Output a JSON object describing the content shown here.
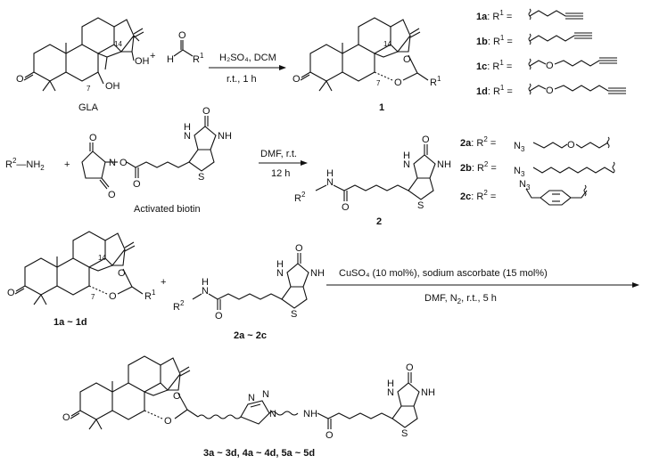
{
  "reaction1": {
    "start_label": "GLA",
    "atom_14": "14",
    "atom_7": "7",
    "oh_top": "OH",
    "oh_bottom": "OH",
    "plus": "+",
    "aldehyde_o": "O",
    "aldehyde_h": "H",
    "aldehyde_r1": "R",
    "sup1": "1",
    "cond_top": "H₂SO₄, DCM",
    "cond_bottom": "r.t., 1 h",
    "product_label": "1",
    "prod_o1": "O",
    "prod_o2": "O",
    "prod_r1": "R",
    "prod_sup1": "1",
    "prod_14": "14",
    "prod_7": "7",
    "ketone_o": "O"
  },
  "r1_list": [
    {
      "id": "1a",
      "text": ": R",
      "sup": "1",
      "eq": " ="
    },
    {
      "id": "1b",
      "text": ": R",
      "sup": "1",
      "eq": " ="
    },
    {
      "id": "1c",
      "text": ": R",
      "sup": "1",
      "eq": " ="
    },
    {
      "id": "1d",
      "text": ": R",
      "sup": "1",
      "eq": " ="
    }
  ],
  "r1_atoms": {
    "o": "O"
  },
  "reaction2": {
    "amine_r2": "R",
    "amine_sup": "2",
    "amine_nh2": "—NH",
    "amine_sub": "2",
    "plus": "+",
    "nhs_o1": "O",
    "nhs_n": "N",
    "nhs_o2": "O",
    "nhs_o3": "O",
    "nhs_o4": "O",
    "biotin_o": "O",
    "biotin_nh1": "H",
    "biotin_n1": "N",
    "biotin_nh2": "NH",
    "biotin_s": "S",
    "activated_label": "Activated biotin",
    "cond_top": "DMF, r.t.",
    "cond_bottom": "12 h",
    "product_label": "2",
    "prod_r2": "R",
    "prod_sup": "2",
    "prod_n": "N",
    "prod_h": "H",
    "prod_o": "O",
    "prod_biotin_o": "O",
    "prod_h2": "H",
    "prod_n2": "N",
    "prod_nh": "NH",
    "prod_s": "S"
  },
  "r2_list": [
    {
      "id": "2a",
      "text": ": R",
      "sup": "2",
      "eq": " ="
    },
    {
      "id": "2b",
      "text": ": R",
      "sup": "2",
      "eq": " ="
    },
    {
      "id": "2c",
      "text": ": R",
      "sup": "2",
      "eq": " ="
    }
  ],
  "r2_atoms": {
    "n3": "N",
    "n3_sub": "3",
    "o": "O"
  },
  "reaction3": {
    "reactant1_label": "1a ~ 1d",
    "reactant2_label": "2a ~ 2c",
    "plus": "+",
    "cond_top": "CuSO₄ (10 mol%), sodium ascorbate (15 mol%)",
    "cond_bottom_pre": "DMF, N",
    "cond_bottom_sub": "2",
    "cond_bottom_post": ", r.t., 5 h",
    "atom_14": "14",
    "atom_7": "7",
    "o1": "O",
    "o2": "O",
    "r1": "R",
    "r1_sup": "1",
    "ketone_o": "O",
    "r2": "R",
    "r2_sup": "2",
    "n": "N",
    "h": "H",
    "o_amide": "O",
    "b_o": "O",
    "b_h": "H",
    "b_n": "N",
    "b_nh": "NH",
    "b_s": "S"
  },
  "final": {
    "triazole_n1": "N",
    "triazole_n2": "N",
    "triazole_n3": "N",
    "nh": "NH",
    "o_amide": "O",
    "b_o": "O",
    "b_h": "H",
    "b_n": "N",
    "b_nh": "NH",
    "b_s": "S",
    "o1": "O",
    "o2": "O",
    "ketone_o": "O",
    "label": "3a ~ 3d, 4a ~ 4d, 5a ~ 5d"
  }
}
